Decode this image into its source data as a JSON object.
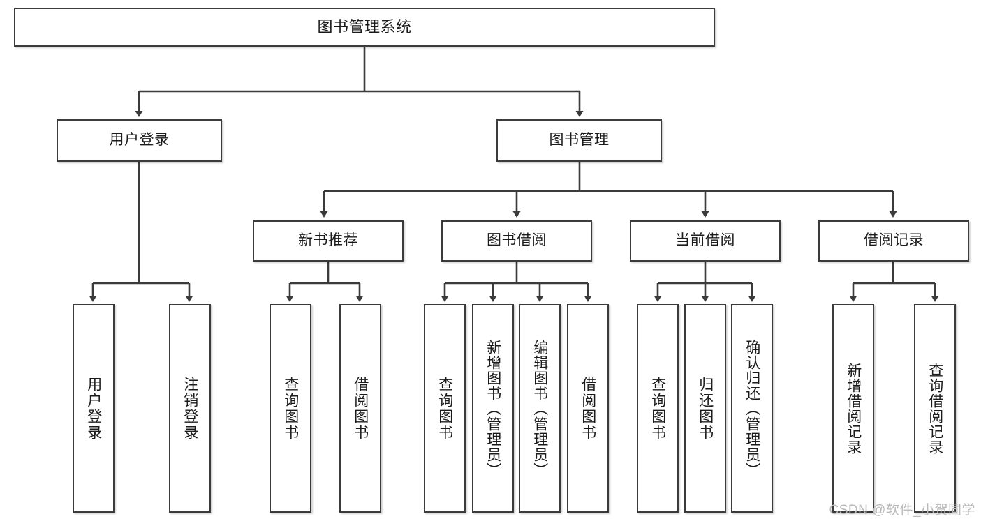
{
  "diagram": {
    "title": "图书管理系统",
    "watermark": "CSDN @软件_小贺同学",
    "line_color": "#3b3b3b",
    "box_fill": "#ffffff",
    "text_color": "#1b1b1b",
    "root": {
      "label": "图书管理系统"
    },
    "level2": [
      {
        "label": "用户登录"
      },
      {
        "label": "图书管理"
      }
    ],
    "level3": [
      {
        "label": "新书推荐"
      },
      {
        "label": "图书借阅"
      },
      {
        "label": "当前借阅"
      },
      {
        "label": "借阅记录"
      }
    ],
    "leaves": {
      "user_login": [
        {
          "label": "用户登录"
        },
        {
          "label": "注销登录"
        }
      ],
      "new_book_recommend": [
        {
          "label": "查询图书"
        },
        {
          "label": "借阅图书"
        }
      ],
      "book_borrow": [
        {
          "label": "查询图书"
        },
        {
          "label": "新增图书（管理员）"
        },
        {
          "label": "编辑图书（管理员）"
        },
        {
          "label": "借阅图书"
        }
      ],
      "current_borrow": [
        {
          "label": "查询图书"
        },
        {
          "label": "归还图书"
        },
        {
          "label": "确认归还（管理员）"
        }
      ],
      "borrow_record": [
        {
          "label": "新增借阅记录"
        },
        {
          "label": "查询借阅记录"
        }
      ]
    }
  },
  "chart_data": {
    "type": "tree",
    "title": "图书管理系统",
    "orientation": "top-down",
    "nodes": [
      {
        "id": "root",
        "label": "图书管理系统",
        "level": 0,
        "parent": null
      },
      {
        "id": "l2-1",
        "label": "用户登录",
        "level": 1,
        "parent": "root"
      },
      {
        "id": "l2-2",
        "label": "图书管理",
        "level": 1,
        "parent": "root"
      },
      {
        "id": "leaf-1-1",
        "label": "用户登录",
        "level": 2,
        "parent": "l2-1"
      },
      {
        "id": "leaf-1-2",
        "label": "注销登录",
        "level": 2,
        "parent": "l2-1"
      },
      {
        "id": "l3-1",
        "label": "新书推荐",
        "level": 2,
        "parent": "l2-2"
      },
      {
        "id": "l3-2",
        "label": "图书借阅",
        "level": 2,
        "parent": "l2-2"
      },
      {
        "id": "l3-3",
        "label": "当前借阅",
        "level": 2,
        "parent": "l2-2"
      },
      {
        "id": "l3-4",
        "label": "借阅记录",
        "level": 2,
        "parent": "l2-2"
      },
      {
        "id": "leaf-2-1",
        "label": "查询图书",
        "level": 3,
        "parent": "l3-1"
      },
      {
        "id": "leaf-2-2",
        "label": "借阅图书",
        "level": 3,
        "parent": "l3-1"
      },
      {
        "id": "leaf-3-1",
        "label": "查询图书",
        "level": 3,
        "parent": "l3-2"
      },
      {
        "id": "leaf-3-2",
        "label": "新增图书（管理员）",
        "level": 3,
        "parent": "l3-2"
      },
      {
        "id": "leaf-3-3",
        "label": "编辑图书（管理员）",
        "level": 3,
        "parent": "l3-2"
      },
      {
        "id": "leaf-3-4",
        "label": "借阅图书",
        "level": 3,
        "parent": "l3-2"
      },
      {
        "id": "leaf-4-1",
        "label": "查询图书",
        "level": 3,
        "parent": "l3-3"
      },
      {
        "id": "leaf-4-2",
        "label": "归还图书",
        "level": 3,
        "parent": "l3-3"
      },
      {
        "id": "leaf-4-3",
        "label": "确认归还（管理员）",
        "level": 3,
        "parent": "l3-3"
      },
      {
        "id": "leaf-5-1",
        "label": "新增借阅记录",
        "level": 3,
        "parent": "l3-4"
      },
      {
        "id": "leaf-5-2",
        "label": "查询借阅记录",
        "level": 3,
        "parent": "l3-4"
      }
    ]
  }
}
